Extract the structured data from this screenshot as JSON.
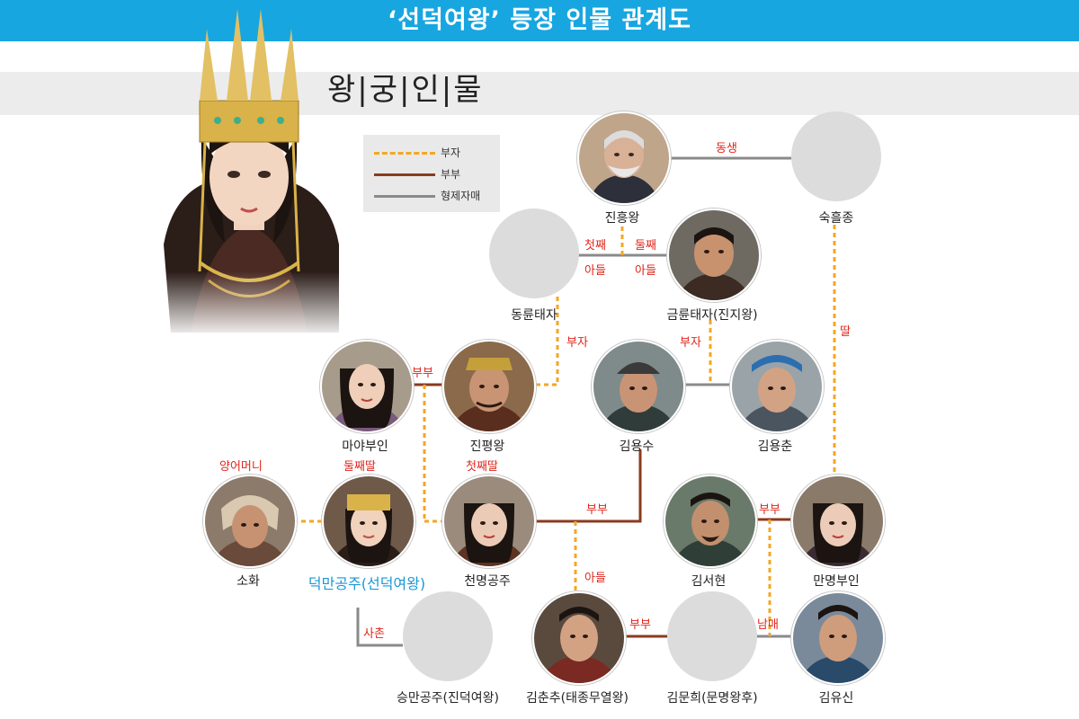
{
  "header": {
    "title": "‘선덕여왕’ 등장 인물 관계도"
  },
  "section": {
    "title": "왕|궁|인|물"
  },
  "legend": {
    "items": [
      {
        "label": "부자",
        "style": "dashed",
        "color": "#f5a623"
      },
      {
        "label": "부부",
        "style": "solid",
        "color": "#8b3a1e"
      },
      {
        "label": "형제자매",
        "style": "solid",
        "color": "#8a8a8a"
      }
    ]
  },
  "colors": {
    "banner": "#17a6e0",
    "relation_text": "#e1251b",
    "highlight_name": "#1a97d6",
    "parent_child": "#f5a623",
    "spouse": "#8b3a1e",
    "sibling": "#8a8a8a"
  },
  "people": {
    "jinheung": "진흥왕",
    "sukheuljong": "숙흘종",
    "dongryun": "동륜태자",
    "geumryun": "금륜태자(진지왕)",
    "maya": "마야부인",
    "jinpyeong": "진평왕",
    "yongsu": "김용수",
    "yongchun": "김용춘",
    "sohwa": "소화",
    "deokman": "덕만공주(선덕여왕)",
    "cheonmyeong": "천명공주",
    "seohyeon": "김서현",
    "manmyeong": "만명부인",
    "seungman": "승만공주(진덕여왕)",
    "chunchu": "김춘추(태종무열왕)",
    "munhui": "김문희(문명왕후)",
    "yusin": "김유신"
  },
  "relations": {
    "sibling_jinheung_sukheuljong": "동생",
    "first_son": "첫째",
    "first_son_b": "아들",
    "second_son": "둘째",
    "second_son_b": "아들",
    "father_son_dongryun": "부자",
    "father_son_geumryun": "부자",
    "daughter_sukheuljong": "딸",
    "couple_maya_jinpyeong": "부부",
    "foster_mother": "양어머니",
    "second_daughter": "둘째딸",
    "first_daughter": "첫째딸",
    "couple_cheonmyeong_yongsu": "부부",
    "couple_seohyeon_manmyeong": "부부",
    "son_chunchu": "아들",
    "cousin_seungman": "사촌",
    "couple_chunchu_munhui": "부부",
    "siblings_munhui_yusin": "남매"
  }
}
